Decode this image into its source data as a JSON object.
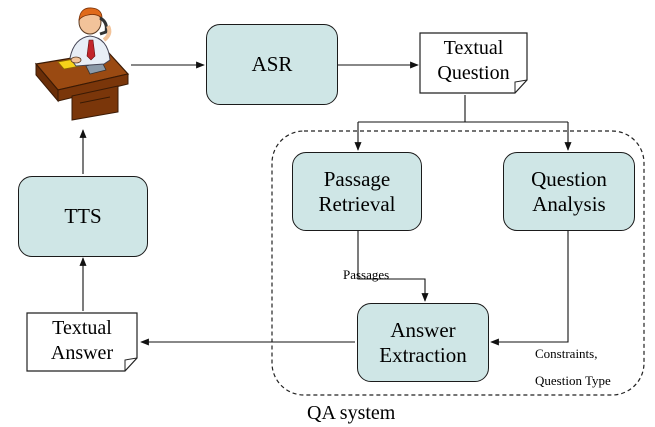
{
  "nodes": {
    "asr": "ASR",
    "textual_question": "Textual\nQuestion",
    "passage_retrieval": "Passage\nRetrieval",
    "question_analysis": "Question\nAnalysis",
    "answer_extraction": "Answer\nExtraction",
    "textual_answer": "Textual\nAnswer",
    "tts": "TTS"
  },
  "edge_labels": {
    "passages": "Passages",
    "constraints": "Constraints,",
    "question_type": "Question Type"
  },
  "group_label": "QA system",
  "icons": {
    "user": "person-on-phone-at-desk-icon"
  },
  "colors": {
    "box_fill": "#cfe6e6",
    "stroke": "#1b1b1b"
  }
}
